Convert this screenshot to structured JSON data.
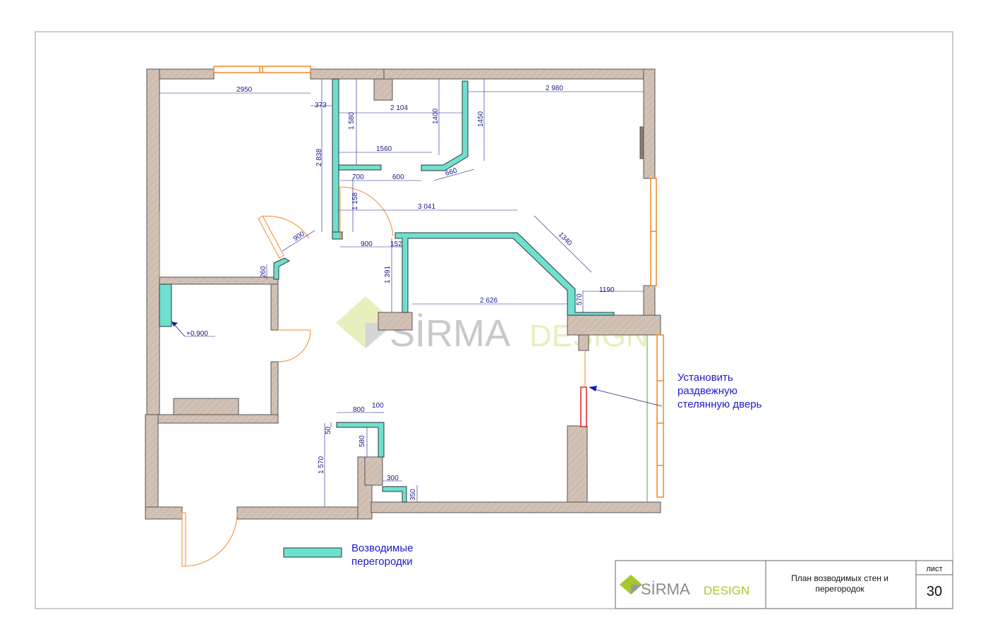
{
  "colors": {
    "wall": "#d2c1b5",
    "wall_stroke": "#555555",
    "partition": "#6ee0cf",
    "window": "#ee8a2a",
    "dimension": "#1a1a8c",
    "note": "#1a1acc",
    "brand_green": "#a6c92a",
    "brand_gray": "#8a8a8a"
  },
  "dimensions": {
    "d2950": "2950",
    "d373": "373",
    "d2104": "2 104",
    "d1580": "1 580",
    "d1400": "1400",
    "d1450": "1450",
    "d2980": "2 980",
    "d2838": "2 838",
    "d1560": "1560",
    "d700": "700",
    "d600": "600",
    "d660": "660",
    "d1158": "1 158",
    "d3041": "3 041",
    "d1340": "1340",
    "d900a": "900",
    "d900b": "900",
    "d152": "152",
    "d260": "260",
    "d1391": "1 391",
    "d2626": "2 626",
    "d570": "570",
    "d1190": "1190",
    "level": "+0,900",
    "d800": "800",
    "d100": "100",
    "d50": "50",
    "d580": "580",
    "d1570": "1 570",
    "d300": "300",
    "d350": "350"
  },
  "annotation": {
    "line1": "Установить",
    "line2": "раздвежную",
    "line3": "стелянную дверь"
  },
  "legend": {
    "line1": "Возводимые",
    "line2": "перегородки"
  },
  "watermark": {
    "brand": "SİRMA",
    "suffix": "DESIGN"
  },
  "title_block": {
    "logo_brand": "SİRMA",
    "logo_suffix": "DESIGN",
    "title_line1": "План возводимых стен и",
    "title_line2": "перегородок",
    "sheet_label": "лист",
    "sheet_number": "30"
  }
}
